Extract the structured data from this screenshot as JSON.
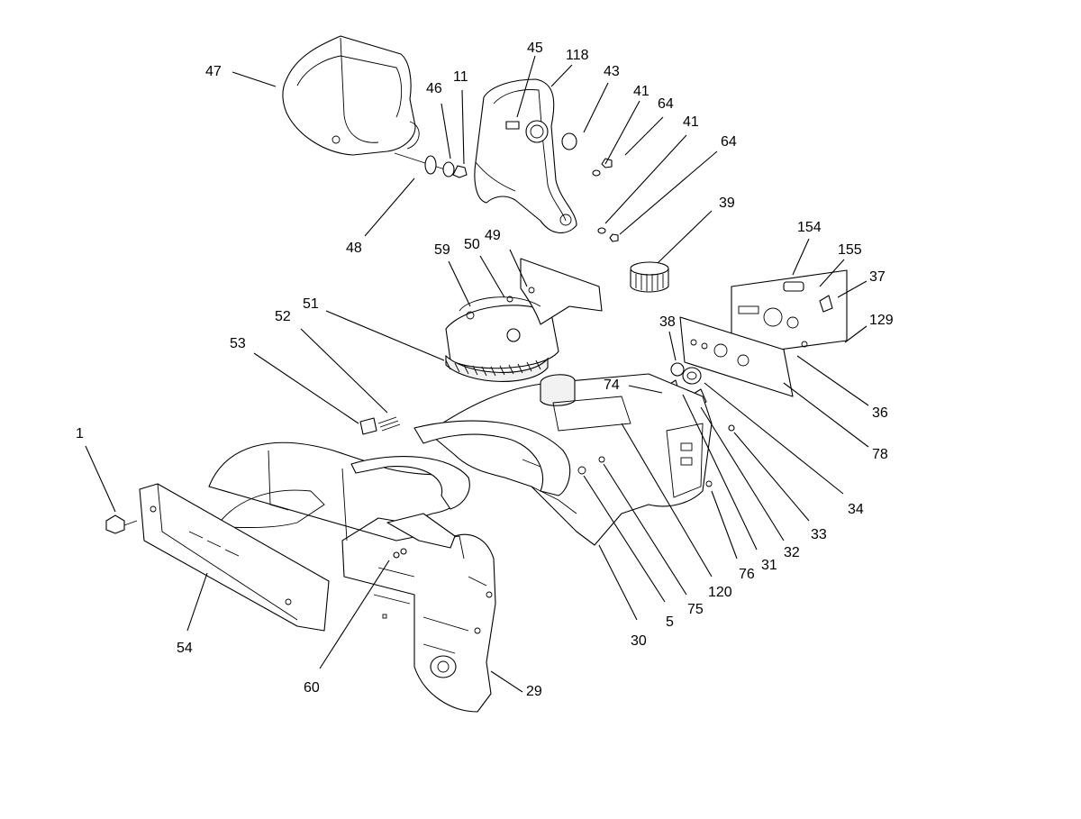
{
  "callouts": [
    {
      "id": "c47",
      "text": "47"
    },
    {
      "id": "c46",
      "text": "46"
    },
    {
      "id": "c11",
      "text": "11"
    },
    {
      "id": "c45",
      "text": "45"
    },
    {
      "id": "c118",
      "text": "118"
    },
    {
      "id": "c43",
      "text": "43"
    },
    {
      "id": "c41a",
      "text": "41"
    },
    {
      "id": "c64a",
      "text": "64"
    },
    {
      "id": "c41b",
      "text": "41"
    },
    {
      "id": "c64b",
      "text": "64"
    },
    {
      "id": "c39",
      "text": "39"
    },
    {
      "id": "c48",
      "text": "48"
    },
    {
      "id": "c59",
      "text": "59"
    },
    {
      "id": "c50",
      "text": "50"
    },
    {
      "id": "c49",
      "text": "49"
    },
    {
      "id": "c154",
      "text": "154"
    },
    {
      "id": "c155",
      "text": "155"
    },
    {
      "id": "c37",
      "text": "37"
    },
    {
      "id": "c129",
      "text": "129"
    },
    {
      "id": "c51",
      "text": "51"
    },
    {
      "id": "c52",
      "text": "52"
    },
    {
      "id": "c38",
      "text": "38"
    },
    {
      "id": "c53",
      "text": "53"
    },
    {
      "id": "c74",
      "text": "74"
    },
    {
      "id": "c36",
      "text": "36"
    },
    {
      "id": "c1",
      "text": "1"
    },
    {
      "id": "c78",
      "text": "78"
    },
    {
      "id": "c34",
      "text": "34"
    },
    {
      "id": "c33",
      "text": "33"
    },
    {
      "id": "c32",
      "text": "32"
    },
    {
      "id": "c31",
      "text": "31"
    },
    {
      "id": "c76",
      "text": "76"
    },
    {
      "id": "c120",
      "text": "120"
    },
    {
      "id": "c75",
      "text": "75"
    },
    {
      "id": "c5",
      "text": "5"
    },
    {
      "id": "c30",
      "text": "30"
    },
    {
      "id": "c54",
      "text": "54"
    },
    {
      "id": "c60",
      "text": "60"
    },
    {
      "id": "c29",
      "text": "29"
    }
  ]
}
